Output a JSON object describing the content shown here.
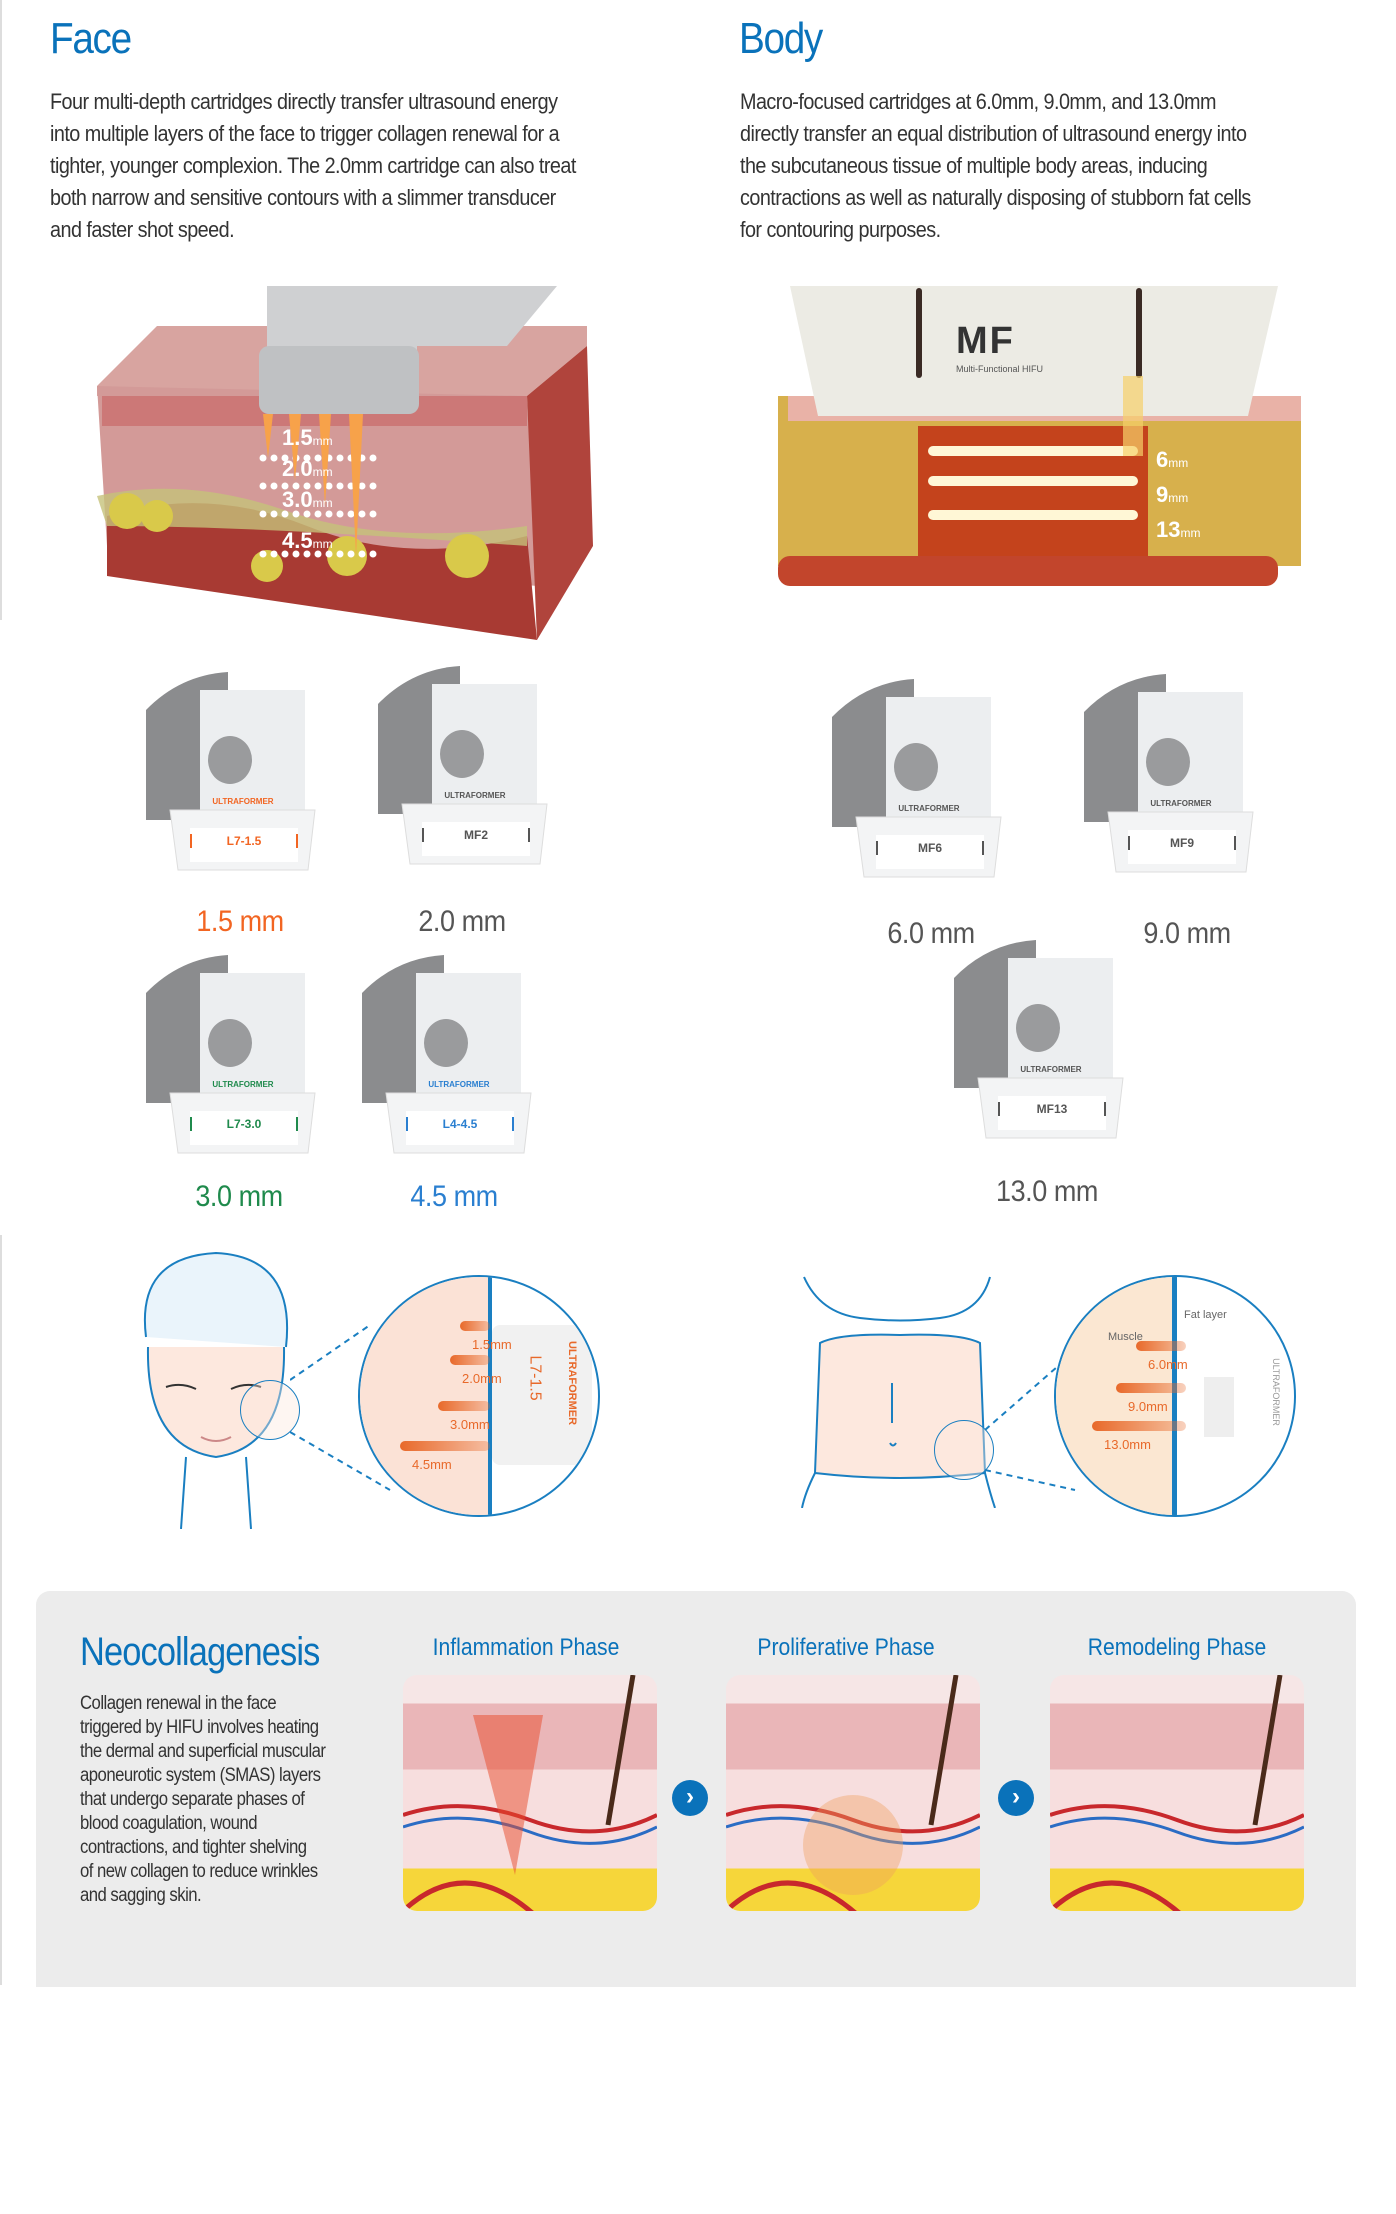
{
  "colors": {
    "blue": "#0a72ba",
    "orange": "#f26522",
    "green": "#1f8a4c",
    "gray": "#555555",
    "navy": "#2a5db0"
  },
  "face": {
    "title": "Face",
    "description_lines": [
      "Four multi-depth cartridges directly transfer ultrasound energy",
      "into multiple layers of the face to trigger collagen renewal for a",
      "tighter, younger complexion. The 2.0mm cartridge can also treat",
      "both narrow and sensitive contours with a slimmer transducer",
      "and faster shot speed."
    ],
    "depth_labels": [
      {
        "value": "1.5",
        "unit": "mm"
      },
      {
        "value": "2.0",
        "unit": "mm"
      },
      {
        "value": "3.0",
        "unit": "mm"
      },
      {
        "value": "4.5",
        "unit": "mm"
      }
    ],
    "cartridges": [
      {
        "label": "1.5 mm",
        "code": "L7-1.5",
        "brand": "ULTRAFORMER",
        "color": "#f26522"
      },
      {
        "label": "2.0 mm",
        "code": "MF2",
        "brand": "ULTRAFORMER",
        "color": "#555555"
      },
      {
        "label": "3.0 mm",
        "code": "L7-3.0",
        "brand": "ULTRAFORMER",
        "color": "#1f8a4c"
      },
      {
        "label": "4.5 mm",
        "code": "L4-4.5",
        "brand": "ULTRAFORMER",
        "color": "#2a7fd0"
      }
    ],
    "zoom_labels": [
      "1.5mm",
      "2.0mm",
      "3.0mm",
      "4.5mm"
    ],
    "zoom_cartridge_code": "L7-1.5",
    "zoom_cartridge_brand": "ULTRAFORMER"
  },
  "body": {
    "title": "Body",
    "description_lines": [
      "Macro-focused cartridges at 6.0mm, 9.0mm, and 13.0mm",
      "directly transfer an equal distribution of ultrasound energy into",
      "the subcutaneous tissue of multiple body areas, inducing",
      "contractions as well as naturally disposing of stubborn fat cells",
      "for contouring purposes."
    ],
    "device_logo": "MF",
    "device_sub": "Multi-Functional HIFU",
    "depth_labels": [
      {
        "value": "6",
        "unit": "mm"
      },
      {
        "value": "9",
        "unit": "mm"
      },
      {
        "value": "13",
        "unit": "mm"
      }
    ],
    "cartridges": [
      {
        "label": "6.0 mm",
        "code": "MF6",
        "brand": "ULTRAFORMER",
        "color": "#555555"
      },
      {
        "label": "9.0 mm",
        "code": "MF9",
        "brand": "ULTRAFORMER",
        "color": "#555555"
      },
      {
        "label": "13.0 mm",
        "code": "MF13",
        "brand": "ULTRAFORMER",
        "color": "#555555"
      }
    ],
    "zoom_labels": [
      "6.0mm",
      "9.0mm",
      "13.0mm"
    ],
    "zoom_layer_labels": {
      "fat": "Fat layer",
      "muscle": "Muscle"
    },
    "zoom_cartridge_brand": "ULTRAFORMER"
  },
  "neocollagenesis": {
    "title": "Neocollagenesis",
    "description_lines": [
      "Collagen renewal in the face",
      "triggered by HIFU involves heating",
      "the dermal and superficial muscular",
      "aponeurotic system (SMAS) layers",
      "that undergo separate phases of",
      "blood coagulation, wound",
      "contractions, and tighter shelving",
      "of new collagen to reduce wrinkles",
      "and sagging skin."
    ],
    "phases": [
      "Inflammation Phase",
      "Proliferative Phase",
      "Remodeling Phase"
    ],
    "arrow_icon": "chevron-right-icon"
  }
}
